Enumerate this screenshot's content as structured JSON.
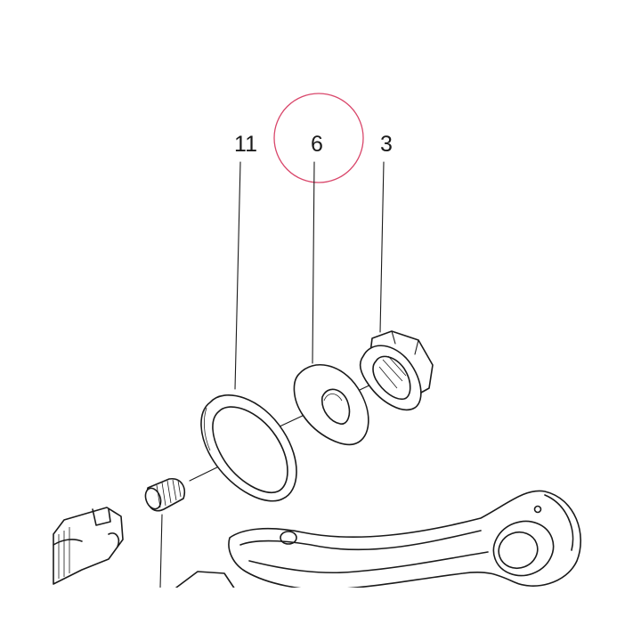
{
  "callouts": {
    "part_11": "11",
    "part_6": "6",
    "part_3": "3"
  },
  "highlight": {
    "target": "6",
    "color": "#d9476b"
  }
}
